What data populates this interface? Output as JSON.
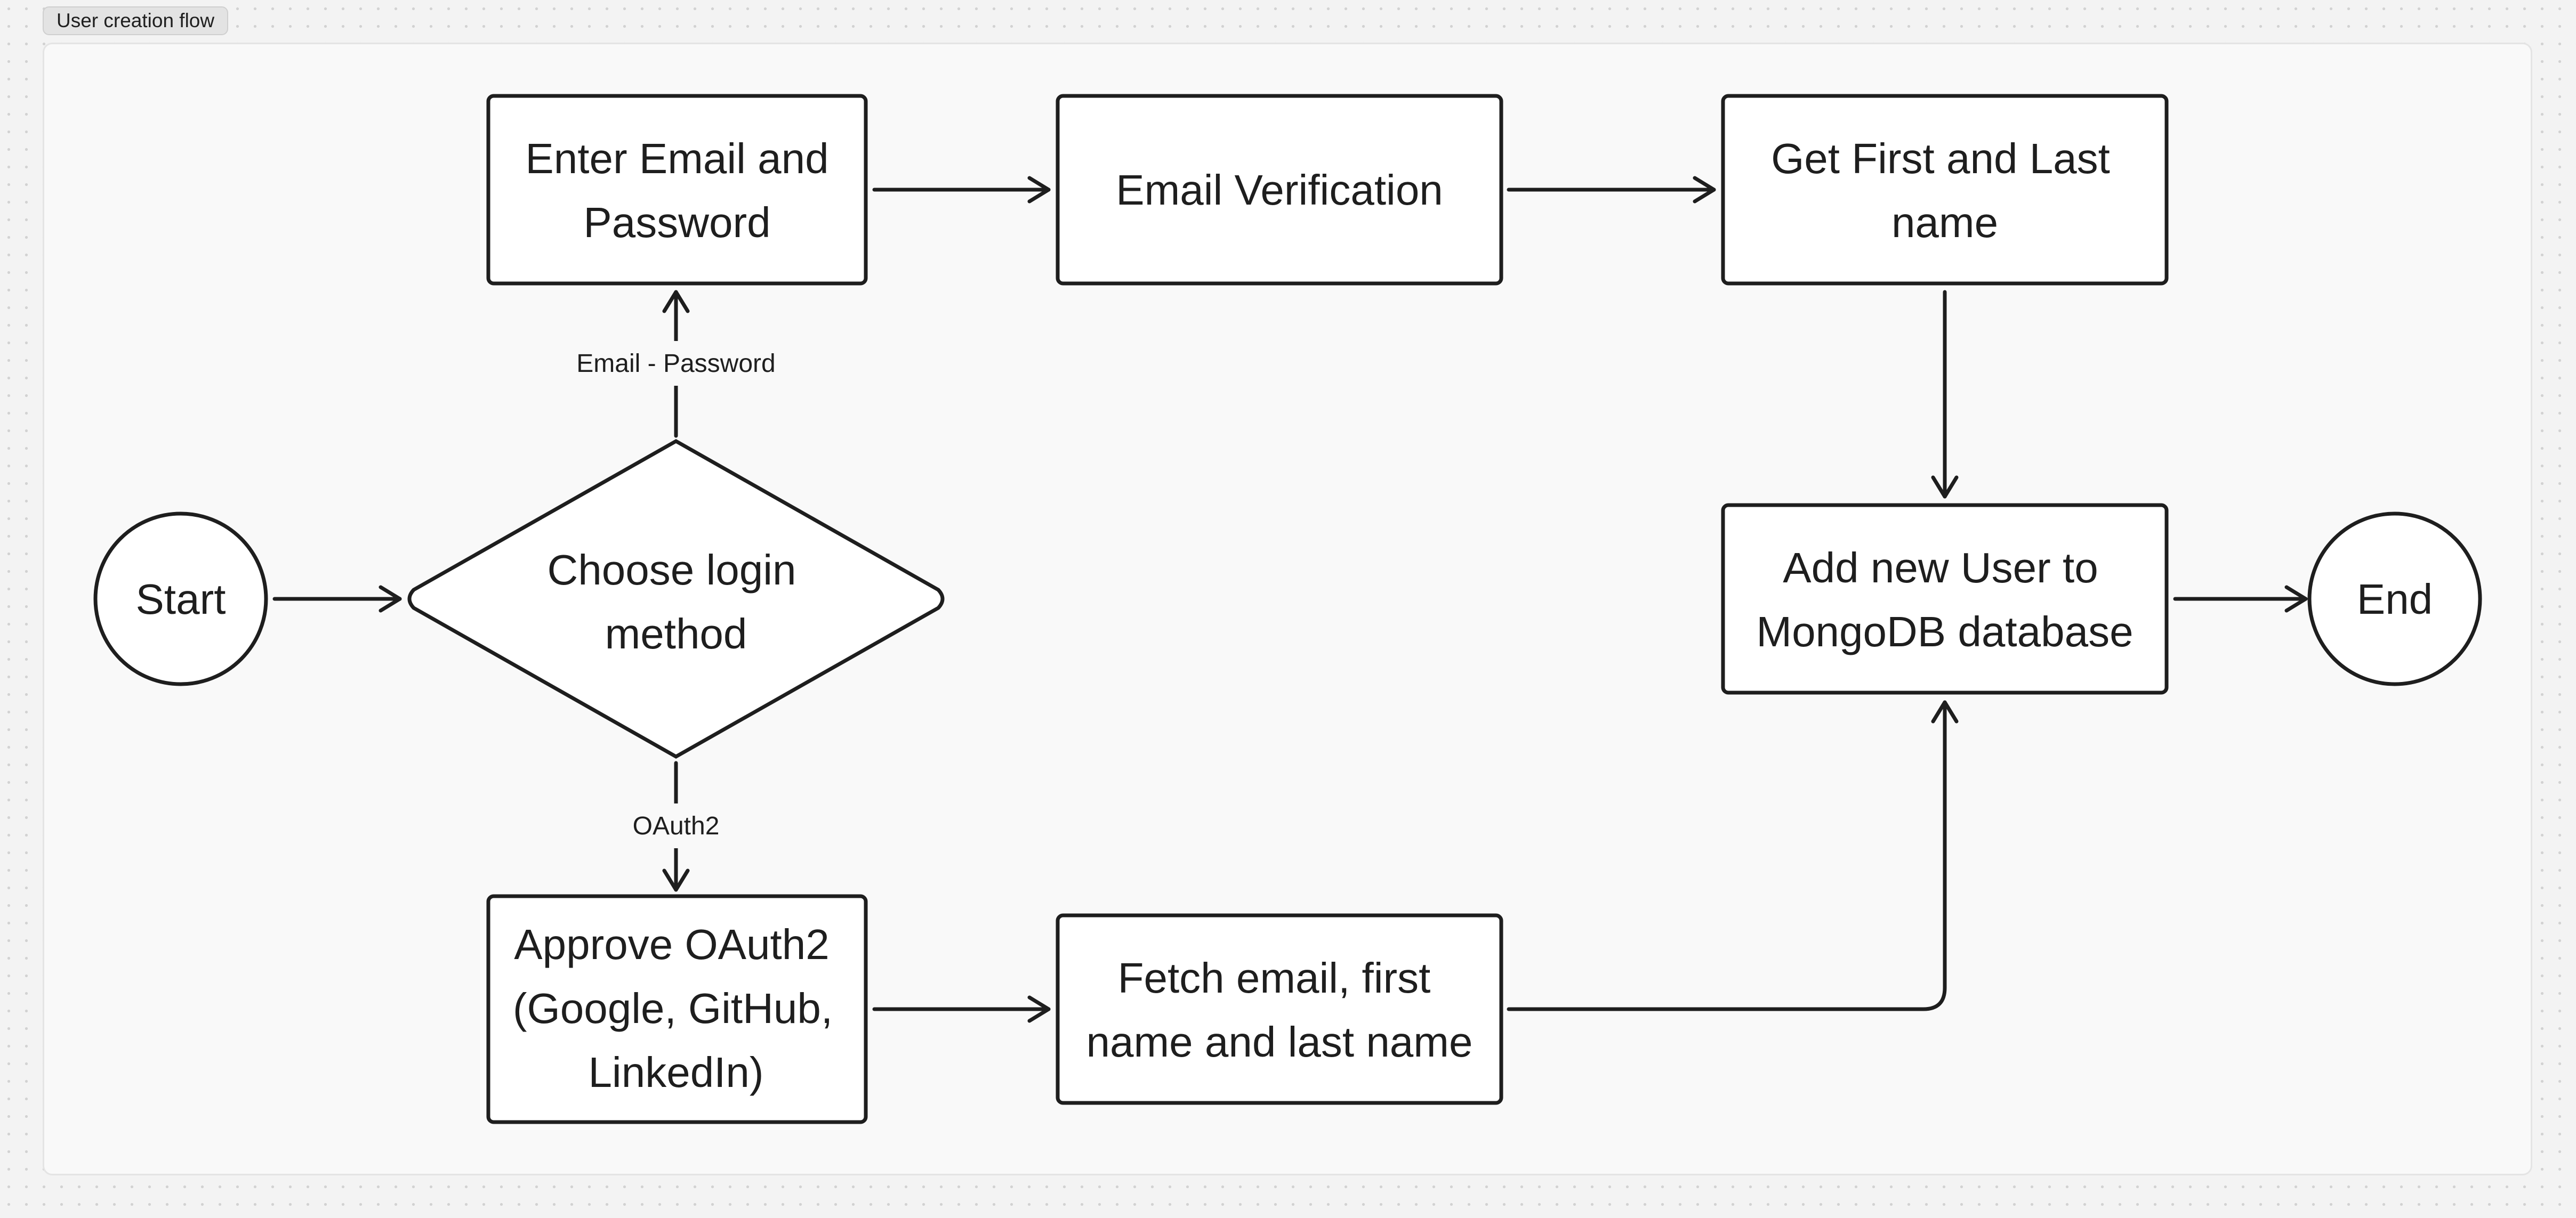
{
  "frame": {
    "title": "User creation flow"
  },
  "nodes": {
    "start": {
      "lines": [
        "Start"
      ]
    },
    "choose": {
      "lines": [
        "Choose login",
        "method"
      ]
    },
    "enter_email": {
      "lines": [
        "Enter Email and",
        "Password"
      ]
    },
    "email_verification": {
      "lines": [
        "Email Verification"
      ]
    },
    "get_name": {
      "lines": [
        "Get First and Last",
        "name"
      ]
    },
    "add_user": {
      "lines": [
        "Add new User to",
        "MongoDB database"
      ]
    },
    "end": {
      "lines": [
        "End"
      ]
    },
    "approve_oauth": {
      "lines": [
        "Approve OAuth2",
        "(Google, GitHub,",
        "LinkedIn)"
      ]
    },
    "fetch_email": {
      "lines": [
        "Fetch email, first",
        "name and last name"
      ]
    }
  },
  "edges": {
    "email_password": {
      "label": "Email - Password"
    },
    "oauth2": {
      "label": "OAuth2"
    }
  }
}
